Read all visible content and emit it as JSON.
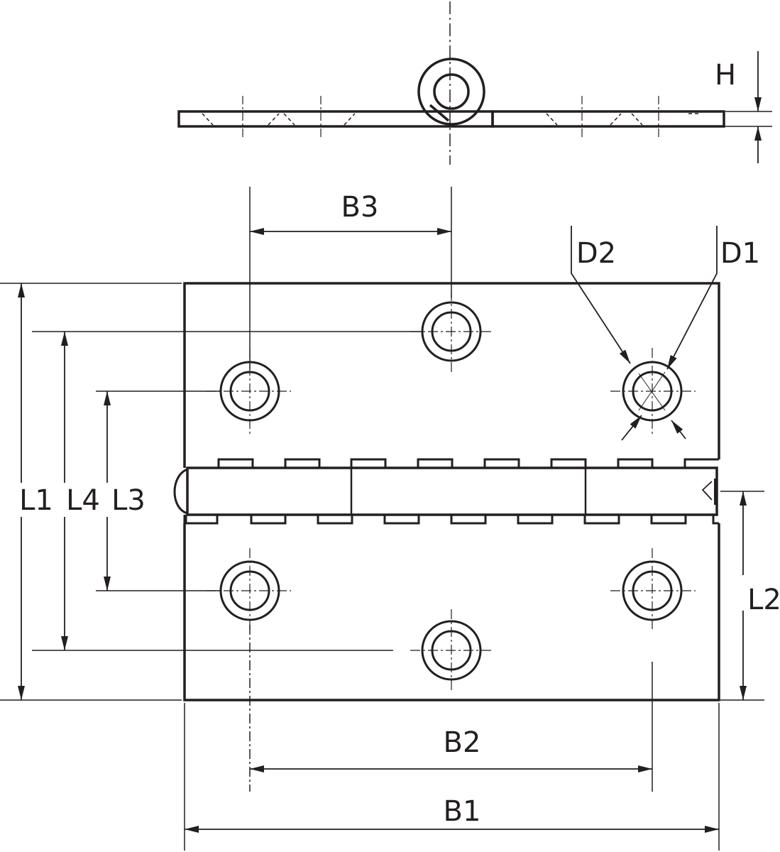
{
  "labels": {
    "h": "H",
    "b3": "B3",
    "d2": "D2",
    "d1": "D1",
    "l1": "L1",
    "l4": "L4",
    "l3": "L3",
    "l2": "L2",
    "b2": "B2",
    "b1": "B1"
  },
  "colors": {
    "line": "#231f20",
    "background": "#ffffff"
  }
}
